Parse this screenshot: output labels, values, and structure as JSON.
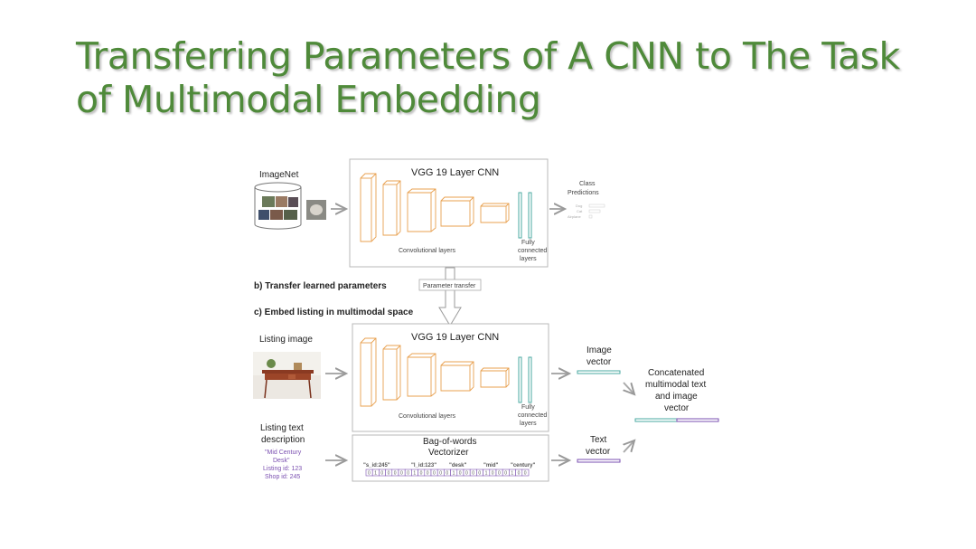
{
  "title": {
    "line1": "Transferring Parameters of A CNN to The Task",
    "line2": "of Multimodal Embedding"
  },
  "diagram": {
    "imagenet_label": "ImageNet",
    "cnn_title_top": "VGG 19 Layer CNN",
    "cnn_title_bottom": "VGG 19 Layer CNN",
    "conv_layers_label": "Convolutional layers",
    "fc_layers_label": [
      "Fully",
      "connected",
      "layers"
    ],
    "class_predictions_label": [
      "Class",
      "Predictions"
    ],
    "class_items": [
      "Dog",
      "Cat",
      "Airplane"
    ],
    "step_b": "b) Transfer learned parameters",
    "parameter_transfer": "Parameter transfer",
    "step_c": "c) Embed listing in multimodal space",
    "listing_image_label": "Listing image",
    "image_vector_label": [
      "Image",
      "vector"
    ],
    "concat_label": [
      "Concatenated",
      "multimodal text",
      "and image",
      "vector"
    ],
    "listing_text_label": [
      "Listing text",
      "description"
    ],
    "listing_text_values": [
      "\"Mid Century",
      "Desk\"",
      "Listing id: 123",
      "Shop id: 245"
    ],
    "bow_label": [
      "Bag-of-words",
      "Vectorizer"
    ],
    "bow_words": [
      "\"s_id:245\"",
      "\"l_id:123\"",
      "\"desk\"",
      "\"mid\"",
      "\"century\""
    ],
    "bow_bits": [
      "0",
      "1",
      "0",
      "0",
      "0",
      "0",
      "0",
      "1",
      "0",
      "0",
      "0",
      "0",
      "0",
      "1",
      "0",
      "0",
      "0",
      "0",
      "1",
      "0",
      "0",
      "0",
      "1",
      "0",
      "0"
    ],
    "text_vector_label": [
      "Text",
      "vector"
    ]
  },
  "colors": {
    "title": "#4f8a3a",
    "conv_layer": "#e8a04f",
    "fc_layer": "#4aa8a0",
    "text_purple": "#7a4fb0",
    "box_border": "#b8b8b8"
  }
}
